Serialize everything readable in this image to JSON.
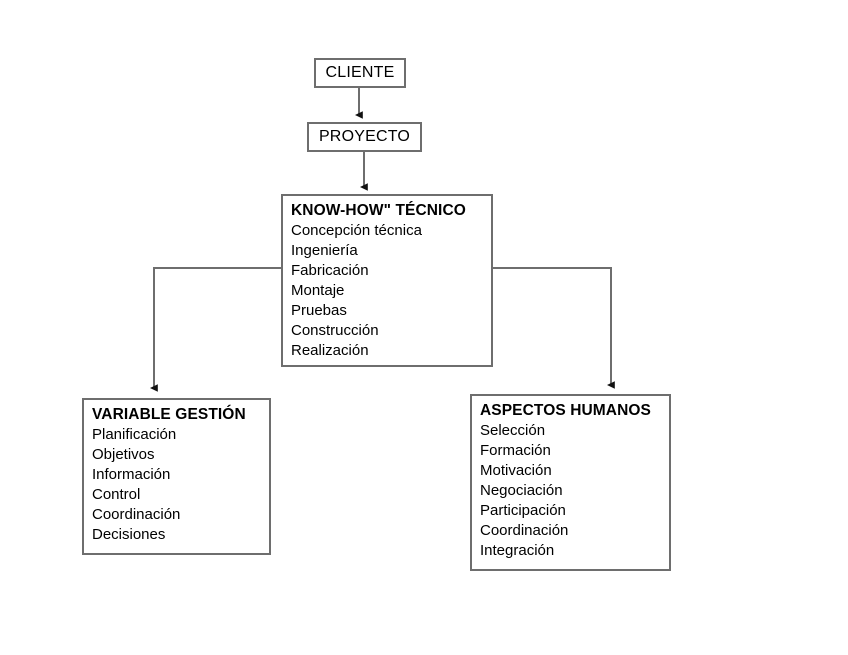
{
  "diagram": {
    "type": "flowchart",
    "language": "es",
    "line_color": "#6e6e6e",
    "text_color": "#000000",
    "background": "#ffffff",
    "nodes": {
      "cliente": {
        "title": "CLIENTE",
        "items": []
      },
      "proyecto": {
        "title": "PROYECTO",
        "items": []
      },
      "knowhow": {
        "title": "KNOW-HOW\" TÉCNICO",
        "items": [
          "Concepción técnica",
          "Ingeniería",
          "Fabricación",
          "Montaje",
          "Pruebas",
          "Construcción",
          "Realización"
        ]
      },
      "gestion": {
        "title": "VARIABLE GESTIÓN",
        "items": [
          "Planificación",
          "Objetivos",
          "Información",
          "Control",
          "Coordinación",
          "Decisiones"
        ]
      },
      "humanos": {
        "title": "ASPECTOS HUMANOS",
        "items": [
          "Selección",
          "Formación",
          "Motivación",
          "Negociación",
          "Participación",
          "Coordinación",
          "Integración"
        ]
      }
    },
    "connectors": [
      {
        "from": "cliente",
        "to": "proyecto",
        "style": "straight-down",
        "arrow": true
      },
      {
        "from": "proyecto",
        "to": "knowhow",
        "style": "straight-down",
        "arrow": true
      },
      {
        "from": "knowhow",
        "to": "gestion",
        "style": "elbow-left",
        "arrow": true
      },
      {
        "from": "knowhow",
        "to": "humanos",
        "style": "elbow-right",
        "arrow": true
      }
    ]
  }
}
